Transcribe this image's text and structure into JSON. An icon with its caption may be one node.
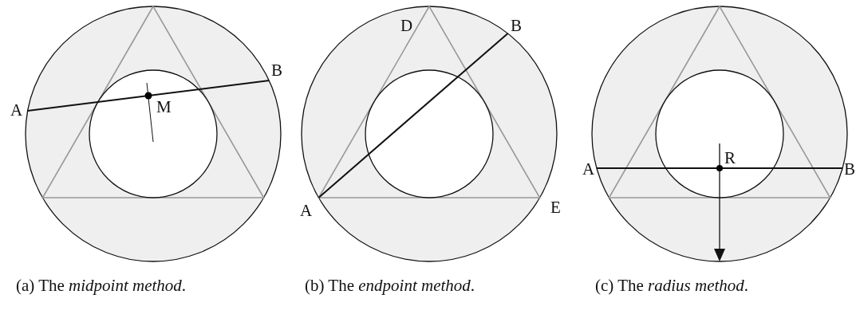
{
  "diagram": {
    "labels": [
      "A",
      "B",
      "M",
      "D",
      "B",
      "A",
      "E",
      "A",
      "R",
      "B",
      "(a)  The *midpoint method*.",
      "(b)  The *endpoint* *method*.",
      "(c)  The *radius method*."
    ]
  }
}
